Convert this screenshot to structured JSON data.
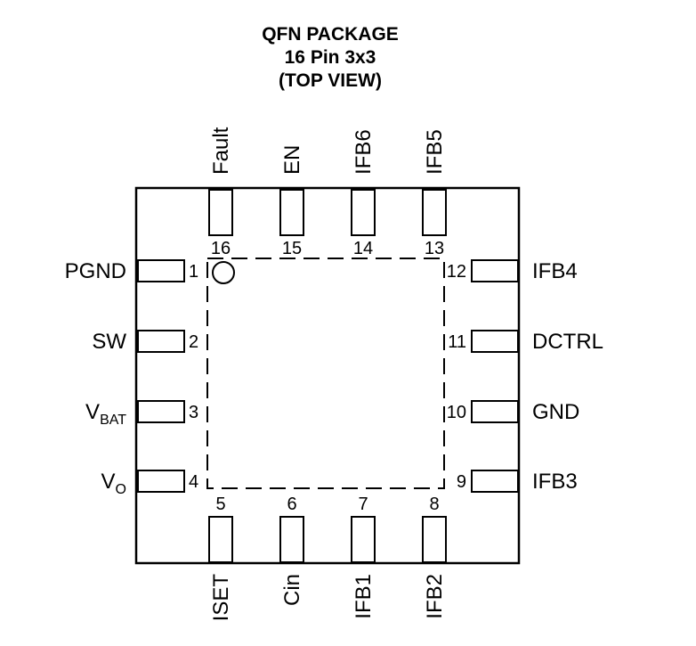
{
  "title": {
    "line1": "QFN PACKAGE",
    "line2": "16 Pin 3x3",
    "line3": "(TOP VIEW)"
  },
  "pins": {
    "left": [
      {
        "number": "1",
        "name": "PGND",
        "sub": ""
      },
      {
        "number": "2",
        "name": "SW",
        "sub": ""
      },
      {
        "number": "3",
        "name": "V",
        "sub": "BAT"
      },
      {
        "number": "4",
        "name": "V",
        "sub": "O"
      }
    ],
    "bottom": [
      {
        "number": "5",
        "name": "ISET"
      },
      {
        "number": "6",
        "name": "Cin"
      },
      {
        "number": "7",
        "name": "IFB1"
      },
      {
        "number": "8",
        "name": "IFB2"
      }
    ],
    "right": [
      {
        "number": "9",
        "name": "IFB3"
      },
      {
        "number": "10",
        "name": "GND"
      },
      {
        "number": "11",
        "name": "DCTRL"
      },
      {
        "number": "12",
        "name": "IFB4"
      }
    ],
    "top": [
      {
        "number": "13",
        "name": "IFB5"
      },
      {
        "number": "14",
        "name": "IFB6"
      },
      {
        "number": "15",
        "name": "EN"
      },
      {
        "number": "16",
        "name": "Fault"
      }
    ]
  }
}
